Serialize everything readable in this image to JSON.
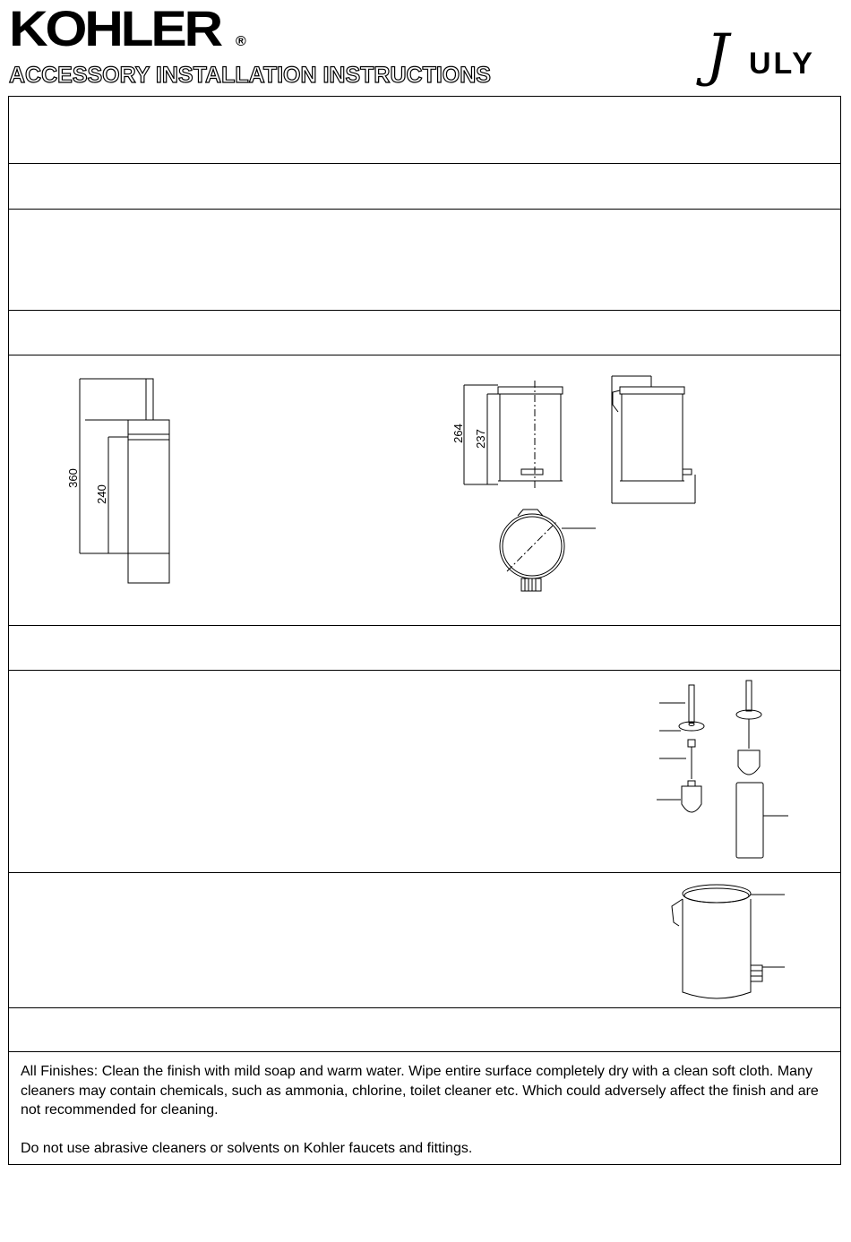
{
  "header": {
    "logo_text": "KOHLER",
    "logo_registered": "®",
    "title": "ACCESSORY INSTALLATION INSTRUCTIONS",
    "brand_initial": "J",
    "brand_rest": "ULY"
  },
  "dimensions": {
    "brush_holder_height": "360",
    "brush_holder_body": "240",
    "bin_height": "264",
    "bin_body": "237"
  },
  "care": {
    "paragraph1": "All Finishes: Clean the finish with mild soap and warm water. Wipe entire surface completely dry with a clean soft cloth. Many cleaners may contain chemicals, such as ammonia, chlorine, toilet cleaner etc. Which could adversely affect the finish and are not recommended for cleaning.",
    "paragraph2": "Do not use abrasive cleaners or solvents on Kohler faucets and fittings."
  }
}
